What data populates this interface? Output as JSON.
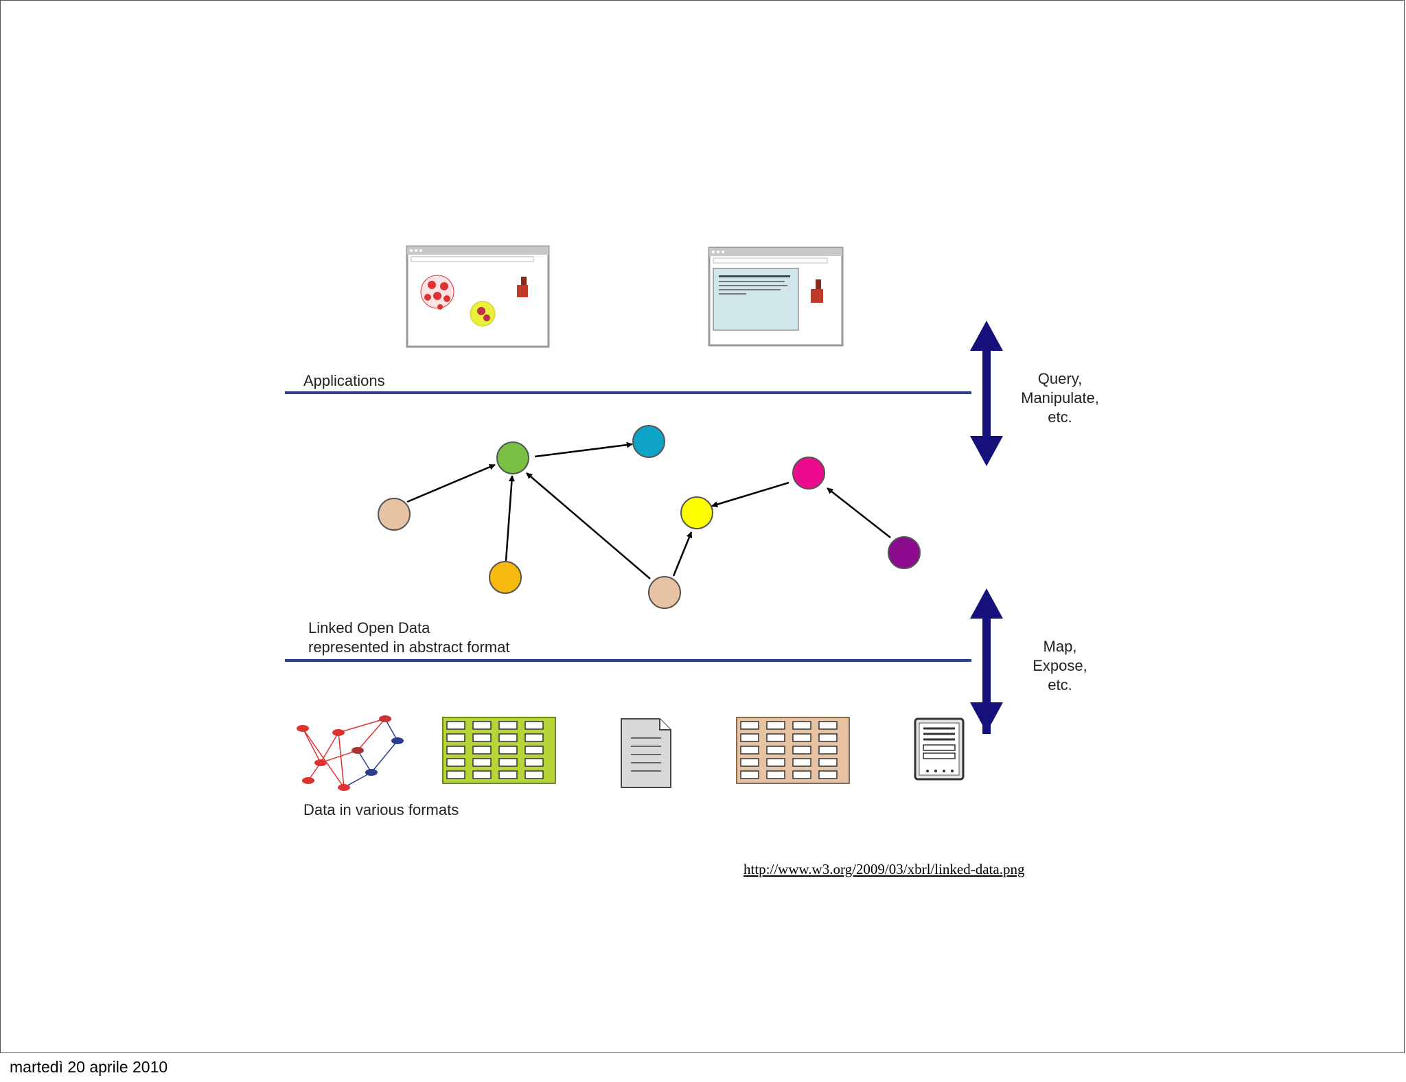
{
  "diagram": {
    "applications_label": "Applications",
    "lod_label_line1": "Linked Open Data",
    "lod_label_line2": "represented in abstract format",
    "formats_label": "Data in various formats",
    "query_label": [
      "Query,",
      "Manipulate,",
      "etc."
    ],
    "map_label": [
      "Map,",
      "Expose,",
      "etc."
    ],
    "divider_color": "#2a3d8f",
    "arrow_color": "#16107a",
    "nodes": [
      {
        "id": "n1",
        "color": "#e8c3a3"
      },
      {
        "id": "n2",
        "color": "#7ac143"
      },
      {
        "id": "n3",
        "color": "#0ea4c8"
      },
      {
        "id": "n4",
        "color": "#f8b90f"
      },
      {
        "id": "n5",
        "color": "#e8c3a3"
      },
      {
        "id": "n6",
        "color": "#ffff00"
      },
      {
        "id": "n7",
        "color": "#ec0b8d"
      },
      {
        "id": "n8",
        "color": "#8b0a8e"
      }
    ],
    "icons": [
      "graph-icon",
      "green-table-icon",
      "document-icon",
      "tan-table-icon",
      "form-icon"
    ]
  },
  "source": {
    "url_text": "http://www.w3.org/2009/03/xbrl/linked-data.png"
  },
  "footer": {
    "date": "martedì 20 aprile 2010"
  }
}
